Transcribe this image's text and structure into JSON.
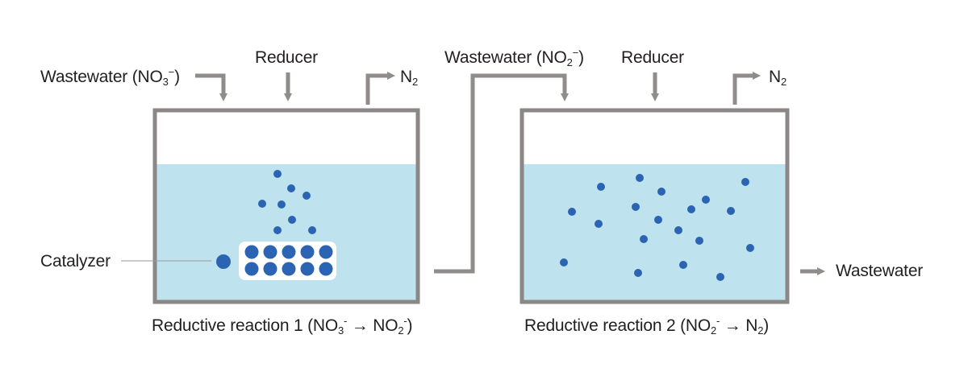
{
  "colors": {
    "water": "#bfe3ee",
    "tank_wall": "#8a8786",
    "pipe": "#8f8c8b",
    "particle": "#2b64b3",
    "catalyst_bg": "#ffffff",
    "leader_line": "#9a9a9a",
    "text": "#231f20"
  },
  "tank1": {
    "inlet_label": "Wastewater",
    "inlet_species": {
      "open": "(NO",
      "sub": "3",
      "sup": "−",
      "close": ")"
    },
    "reducer_label": "Reducer",
    "outlet_gas": {
      "main": "N",
      "sub": "2"
    },
    "catalyst_label": "Catalyzer",
    "caption": {
      "prefix": "Reductive reaction 1",
      "open": " (NO",
      "reactant_sub": "3",
      "reactant_sup": "-",
      "arrow": " → ",
      "product": "NO",
      "product_sub": "2",
      "product_sup": "-",
      "close": ")"
    }
  },
  "tank2": {
    "inlet_label": "Wastewater",
    "inlet_species": {
      "open": "(NO",
      "sub": "2",
      "sup": "−",
      "close": ")"
    },
    "reducer_label": "Reducer",
    "outlet_gas": {
      "main": "N",
      "sub": "2"
    },
    "outlet_label": "Wastewater",
    "caption": {
      "prefix": "Reductive reaction 2",
      "open": " (NO",
      "reactant_sub": "2",
      "reactant_sup": "-",
      "arrow": " → ",
      "product": "N",
      "product_sub": "2",
      "close": ")"
    }
  }
}
